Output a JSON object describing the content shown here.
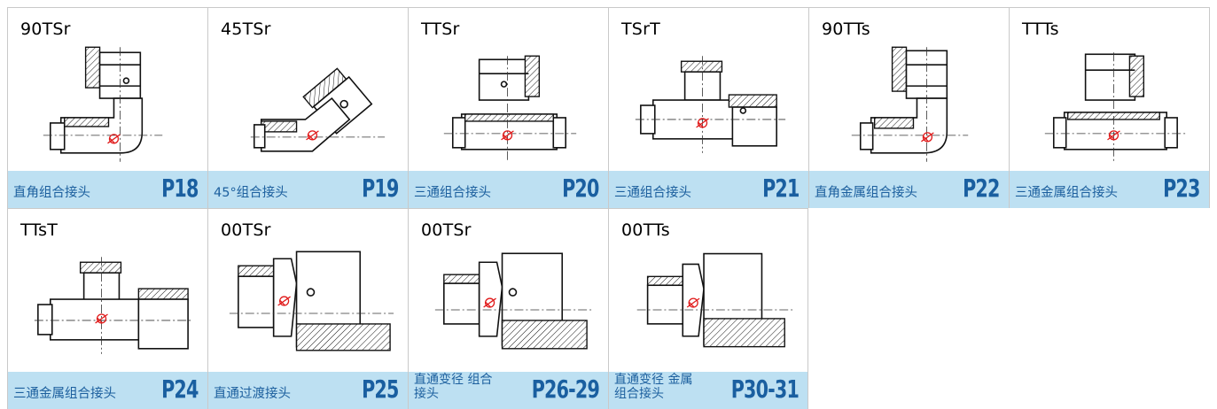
{
  "cells": [
    {
      "code": "90TSr",
      "name": "直角组合接头",
      "page": "P18"
    },
    {
      "code": "45TSr",
      "name": "45°组合接头",
      "page": "P19"
    },
    {
      "code": "TTSr",
      "name": "三通组合接头",
      "page": "P20"
    },
    {
      "code": "TSrT",
      "name": "三通组合接头",
      "page": "P21"
    },
    {
      "code": "90TTs",
      "name": "直角金属组合接头",
      "page": "P22"
    },
    {
      "code": "TTTs",
      "name": "三通金属组合接头",
      "page": "P23"
    },
    {
      "code": "TTsT",
      "name": "三通金属组合接头",
      "page": "P24"
    },
    {
      "code": "00TSr",
      "name": "直通过渡接头",
      "page": "P25"
    },
    {
      "code": "00TSr",
      "name": "直通变径 组合接头",
      "page": "P26-29"
    },
    {
      "code": "00TTs",
      "name": "直通变径 金属组合接头",
      "page": "P30-31"
    }
  ],
  "colors": {
    "caption_bg": "#bde0f2",
    "caption_text": "#1c5f9e",
    "page_text": "#1a5fa0",
    "mark": "#e01a1a",
    "border": "#c9c9c9"
  },
  "icons": [
    "elbow-fitting-drawing",
    "angle-45-fitting-drawing",
    "tee-fitting-drawing",
    "tee-side-fitting-drawing",
    "elbow-metal-fitting-drawing",
    "tee-metal-fitting-drawing",
    "tee-metal-side-fitting-drawing",
    "straight-adapter-drawing",
    "straight-reducer-drawing",
    "straight-metal-reducer-drawing"
  ]
}
